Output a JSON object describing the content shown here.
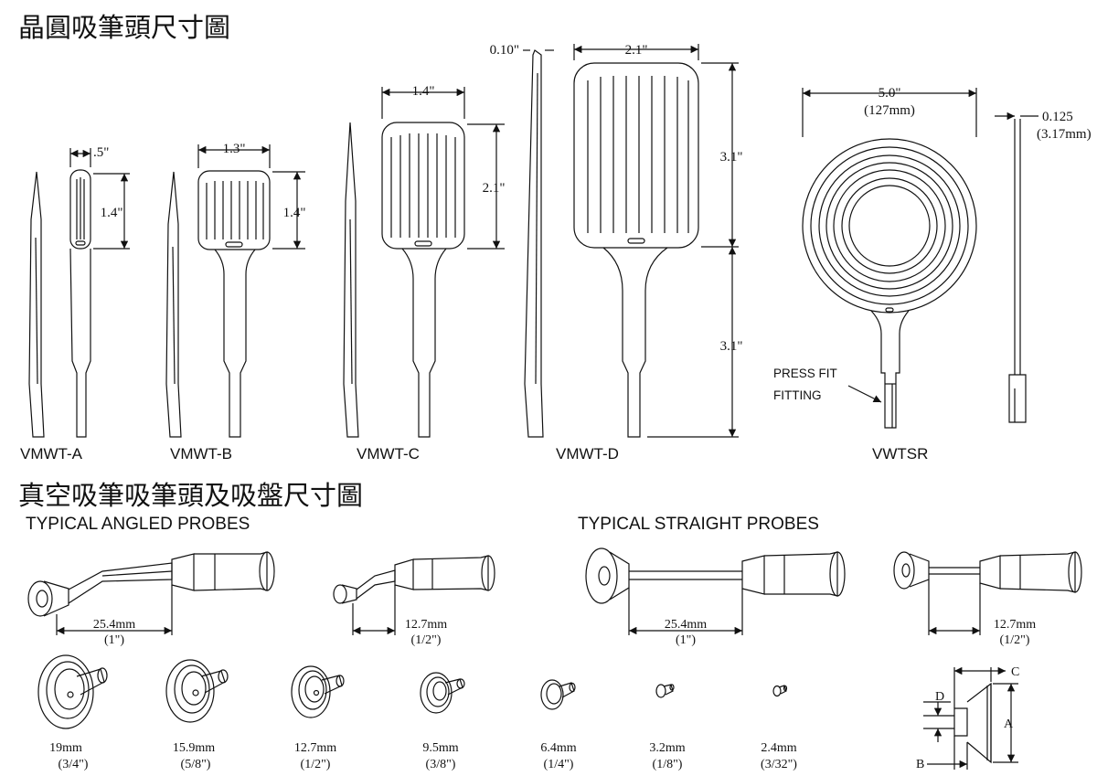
{
  "titles": {
    "wafer": "晶圓吸筆頭尺寸圖",
    "vacuum": "真空吸筆吸筆頭及吸盤尺寸圖",
    "angled": "TYPICAL ANGLED PROBES",
    "straight": "TYPICAL STRAIGHT PROBES"
  },
  "wafer_tips": [
    {
      "model": "VMWT-A",
      "width": ".5\"",
      "height": "1.4\""
    },
    {
      "model": "VMWT-B",
      "width": "1.3\"",
      "height": "1.4\""
    },
    {
      "model": "VMWT-C",
      "width": "1.4\"",
      "height": "2.1\""
    },
    {
      "model": "VMWT-D",
      "width": "2.1\"",
      "height": "3.1\"",
      "thickness": "0.10\"",
      "handle": "3.1\""
    }
  ],
  "vwtsr": {
    "model": "VWTSR",
    "diameter": "5.0\"",
    "diameter_mm": "(127mm)",
    "thickness": "0.125",
    "thickness_mm": "(3.17mm)",
    "press_fit_1": "PRESS FIT",
    "press_fit_2": "FITTING"
  },
  "probes": {
    "angled": [
      {
        "mm": "25.4mm",
        "inch": "(1\")"
      },
      {
        "mm": "12.7mm",
        "inch": "(1/2\")"
      }
    ],
    "straight": [
      {
        "mm": "25.4mm",
        "inch": "(1\")"
      },
      {
        "mm": "12.7mm",
        "inch": "(1/2\")"
      }
    ]
  },
  "suction_cups": [
    {
      "mm": "19mm",
      "inch": "(3/4\")"
    },
    {
      "mm": "15.9mm",
      "inch": "(5/8\")"
    },
    {
      "mm": "12.7mm",
      "inch": "(1/2\")"
    },
    {
      "mm": "9.5mm",
      "inch": "(3/8\")"
    },
    {
      "mm": "6.4mm",
      "inch": "(1/4\")"
    },
    {
      "mm": "3.2mm",
      "inch": "(1/8\")"
    },
    {
      "mm": "2.4mm",
      "inch": "(3/32\")"
    }
  ],
  "cup_dims": {
    "a": "A",
    "b": "B",
    "c": "C",
    "d": "D"
  },
  "colors": {
    "line": "#111111",
    "background": "#ffffff"
  }
}
